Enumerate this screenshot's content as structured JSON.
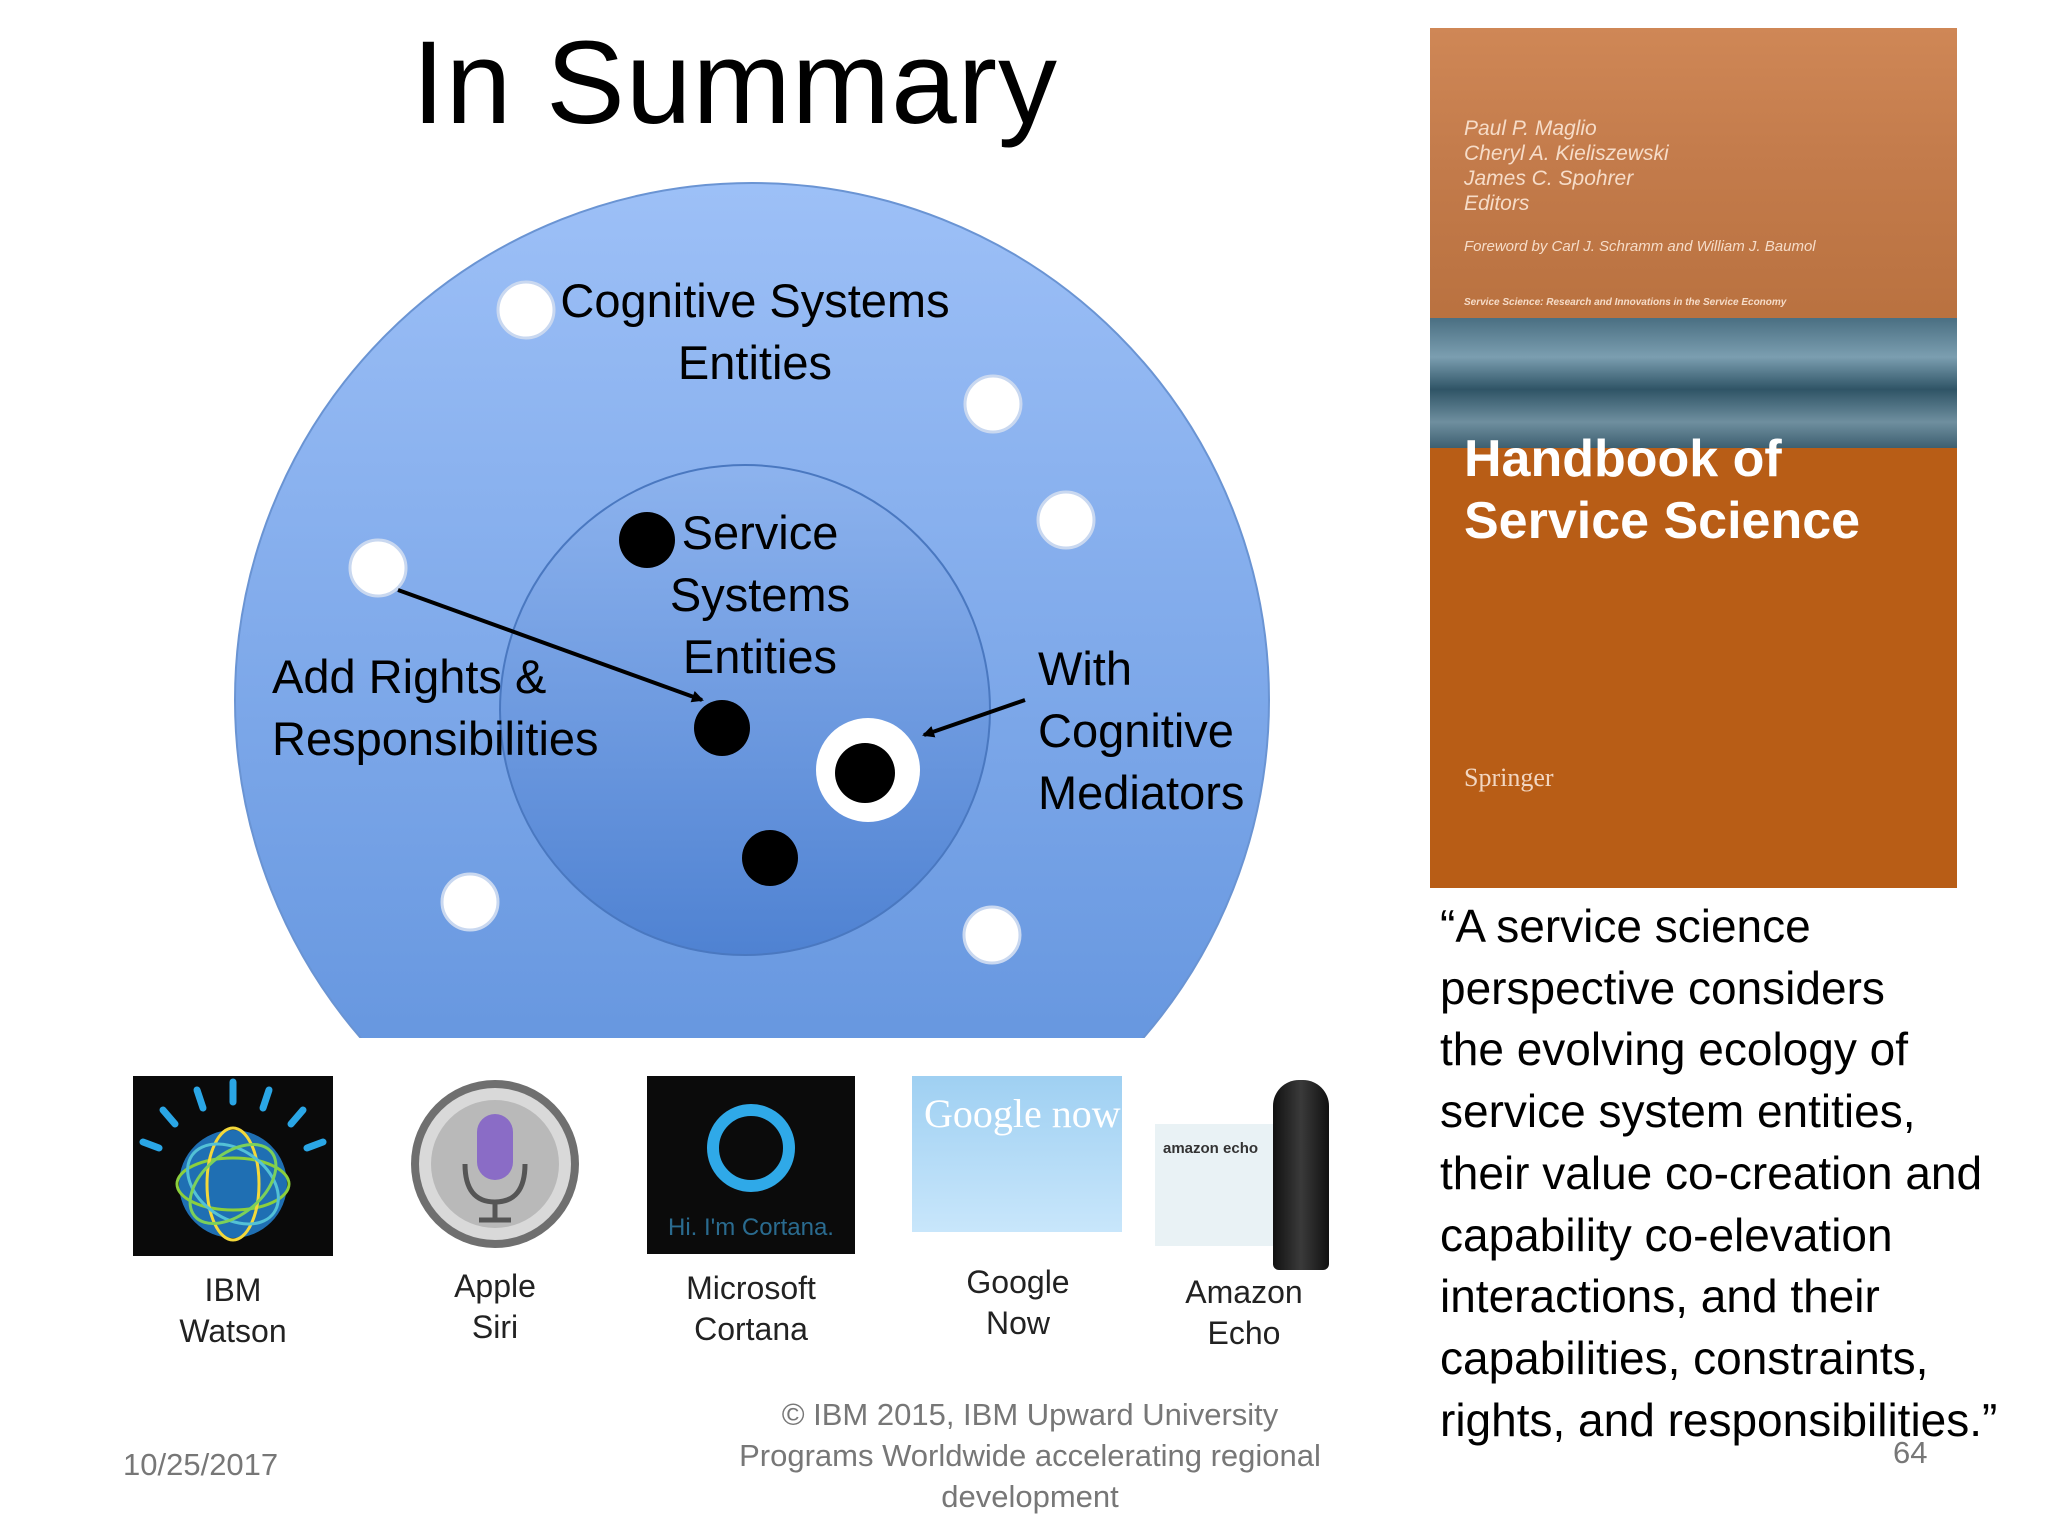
{
  "slide": {
    "title": "In Summary",
    "date": "10/25/2017",
    "page_number": "64",
    "footer_lines": [
      "© IBM 2015, IBM Upward University",
      "Programs Worldwide accelerating regional",
      "development"
    ]
  },
  "diagram": {
    "outer_label": [
      "Cognitive Systems",
      "Entities"
    ],
    "inner_label": [
      "Service",
      "Systems",
      "Entities"
    ],
    "left_label": [
      "Add Rights &",
      "Responsibilities"
    ],
    "right_label": [
      "With",
      "Cognitive",
      "Mediators"
    ],
    "colors": {
      "outer": "#7fa8e6",
      "inner": "#6d98da",
      "entity_white": "#ffffff",
      "entity_black": "#000000"
    }
  },
  "assistants": [
    {
      "name": [
        "IBM",
        "Watson"
      ],
      "icon": "ibm-watson-icon"
    },
    {
      "name": [
        "Apple",
        "Siri"
      ],
      "icon": "apple-siri-icon"
    },
    {
      "name": [
        "Microsoft",
        "Cortana"
      ],
      "icon": "microsoft-cortana-icon",
      "tagline": "Hi. I'm Cortana."
    },
    {
      "name": [
        "Google",
        "Now"
      ],
      "icon": "google-now-icon",
      "tagline": "Google now"
    },
    {
      "name": [
        "Amazon",
        "Echo"
      ],
      "icon": "amazon-echo-icon",
      "tagline": "amazon echo"
    }
  ],
  "book": {
    "editors": [
      "Paul P. Maglio",
      "Cheryl A. Kieliszewski",
      "James C. Spohrer",
      "Editors"
    ],
    "foreword": "Foreword by Carl J. Schramm and William J. Baumol",
    "series": "Service Science: Research and Innovations in the Service Economy",
    "title": [
      "Handbook of",
      "Service Science"
    ],
    "publisher": "Springer",
    "colors": {
      "cover": "#b85d16"
    }
  },
  "quote": [
    "“A service science",
    "perspective considers",
    "the evolving ecology of",
    "service system entities,",
    "their value co-creation and",
    "capability co-elevation",
    "interactions, and their",
    "capabilities,  constraints,",
    "rights, and  responsibilities.”"
  ]
}
